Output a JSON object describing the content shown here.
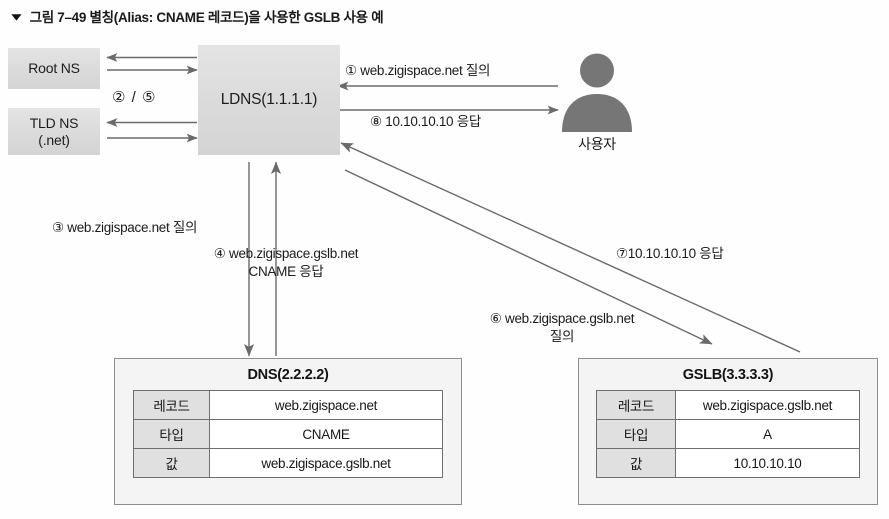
{
  "caption": {
    "marker": "▼",
    "text": "그림 7–49 별칭(Alias: CNAME 레코드)을 사용한 GSLB 사용 예"
  },
  "nodes": {
    "root_ns": "Root NS",
    "tld_ns": "TLD NS\n(.net)",
    "tld_ns_line1": "TLD NS",
    "tld_ns_line2": "(.net)",
    "ldns": "LDNS(1.1.1.1)",
    "user_label": "사용자"
  },
  "flows": {
    "step1": "① web.zigispace.net 질의",
    "step2_5": "② / ⑤",
    "step3": "③ web.zigispace.net 질의",
    "step4_line1": "④ web.zigispace.gslb.net",
    "step4_line2": "CNAME 응답",
    "step6_line1": "⑥ web.zigispace.gslb.net",
    "step6_line2": "질의",
    "step7": "⑦10.10.10.10 응답",
    "step8": "⑧ 10.10.10.10 응답"
  },
  "records": {
    "dns": {
      "title": "DNS(2.2.2.2)",
      "rows": [
        {
          "key": "레코드",
          "value": "web.zigispace.net"
        },
        {
          "key": "타입",
          "value": "CNAME"
        },
        {
          "key": "값",
          "value": "web.zigispace.gslb.net"
        }
      ]
    },
    "gslb": {
      "title": "GSLB(3.3.3.3)",
      "rows": [
        {
          "key": "레코드",
          "value": "web.zigispace.gslb.net"
        },
        {
          "key": "타입",
          "value": "A"
        },
        {
          "key": "값",
          "value": "10.10.10.10"
        }
      ]
    }
  },
  "colors": {
    "node_fill": "#dcdcdc",
    "arrow": "#6a6a6a",
    "avatar": "#767676",
    "table_header_fill": "#e0e0e0",
    "table_border": "#6f6f6f",
    "outer_fill": "#f4f4f4"
  }
}
